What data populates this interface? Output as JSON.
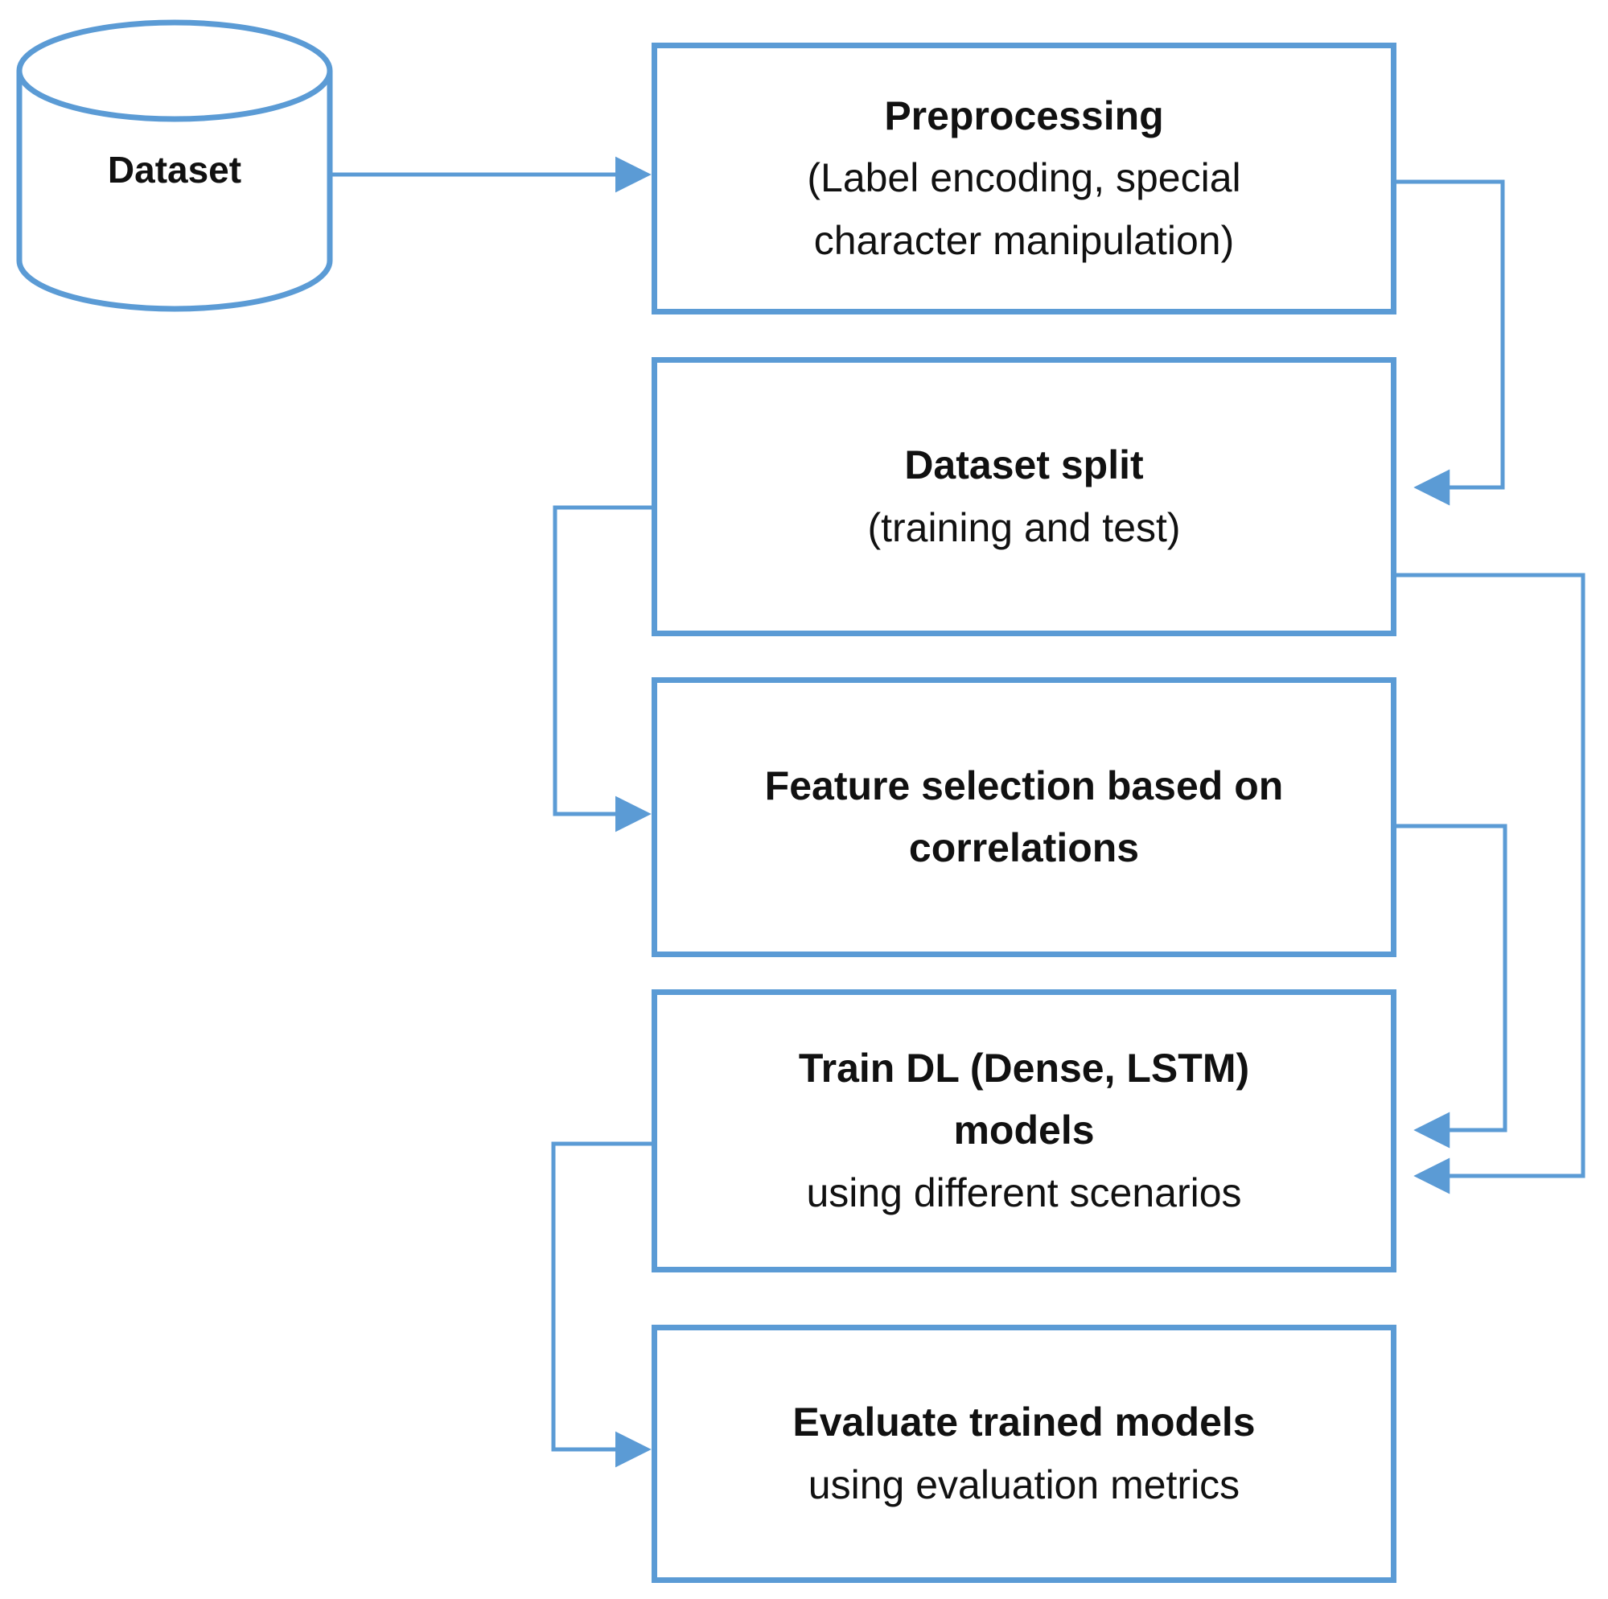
{
  "figure": {
    "accent_color": "#5B9BD5",
    "text_color": "#111111",
    "dataset_cylinder": {
      "label": "Dataset"
    },
    "boxes": {
      "preprocessing": {
        "title": "Preprocessing",
        "subtitle": "(Label encoding, special character manipulation)"
      },
      "dataset_split": {
        "title": "Dataset split",
        "subtitle": "(training and test)"
      },
      "feature_selection": {
        "title": "Feature selection based on correlations",
        "subtitle": ""
      },
      "train_dl": {
        "title": "Train DL (Dense, LSTM) models",
        "subtitle": "using different scenarios"
      },
      "evaluate": {
        "title": "Evaluate trained models",
        "subtitle": "using evaluation metrics"
      }
    },
    "edges": [
      {
        "from": "Dataset",
        "to": "Preprocessing"
      },
      {
        "from": "Preprocessing",
        "to": "Dataset split"
      },
      {
        "from": "Dataset split",
        "to": "Feature selection based on correlations"
      },
      {
        "from": "Dataset split",
        "to": "Train DL (Dense, LSTM) models"
      },
      {
        "from": "Feature selection based on correlations",
        "to": "Train DL (Dense, LSTM) models"
      },
      {
        "from": "Train DL (Dense, LSTM) models",
        "to": "Evaluate trained models"
      }
    ]
  }
}
